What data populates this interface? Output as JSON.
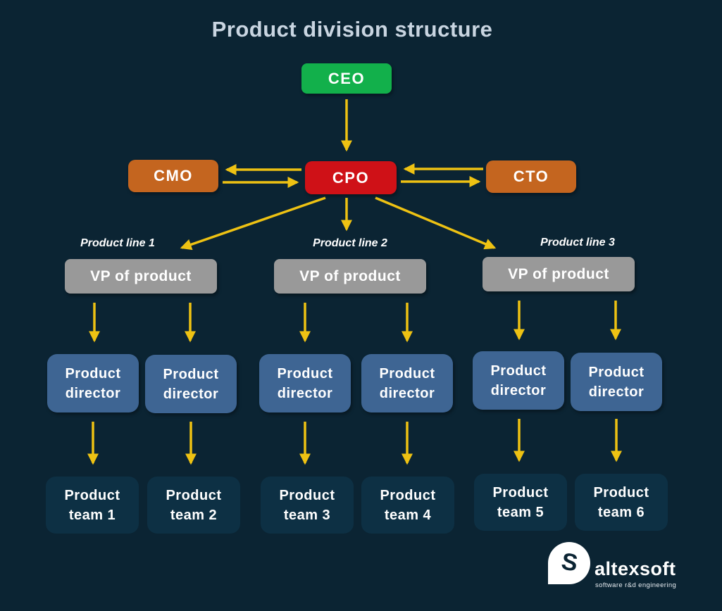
{
  "title": "Product division structure",
  "nodes": {
    "ceo": "CEO",
    "cmo": "CMO",
    "cpo": "CPO",
    "cto": "CTO"
  },
  "lines": [
    {
      "label": "Product line 1",
      "vp": "VP of product",
      "directors": [
        "Product director",
        "Product director"
      ],
      "teams": [
        "Product team 1",
        "Product team 2"
      ]
    },
    {
      "label": "Product line 2",
      "vp": "VP of product",
      "directors": [
        "Product director",
        "Product director"
      ],
      "teams": [
        "Product team 3",
        "Product team 4"
      ]
    },
    {
      "label": "Product line 3",
      "vp": "VP of product",
      "directors": [
        "Product director",
        "Product director"
      ],
      "teams": [
        "Product team 5",
        "Product team 6"
      ]
    }
  ],
  "logo": {
    "mark_letter": "S",
    "name": "altexsoft",
    "tagline": "software r&d engineering"
  },
  "colors": {
    "background": "#0b2433",
    "title_text": "#c9d5e1",
    "ceo_green": "#12b04b",
    "cmo_cto_orange": "#c4651f",
    "cpo_red": "#cf1117",
    "vp_gray": "#999999",
    "director_blue": "#3e6593",
    "team_navy": "#0d3044",
    "arrow_yellow": "#eec213",
    "box_text": "#ffffff"
  }
}
